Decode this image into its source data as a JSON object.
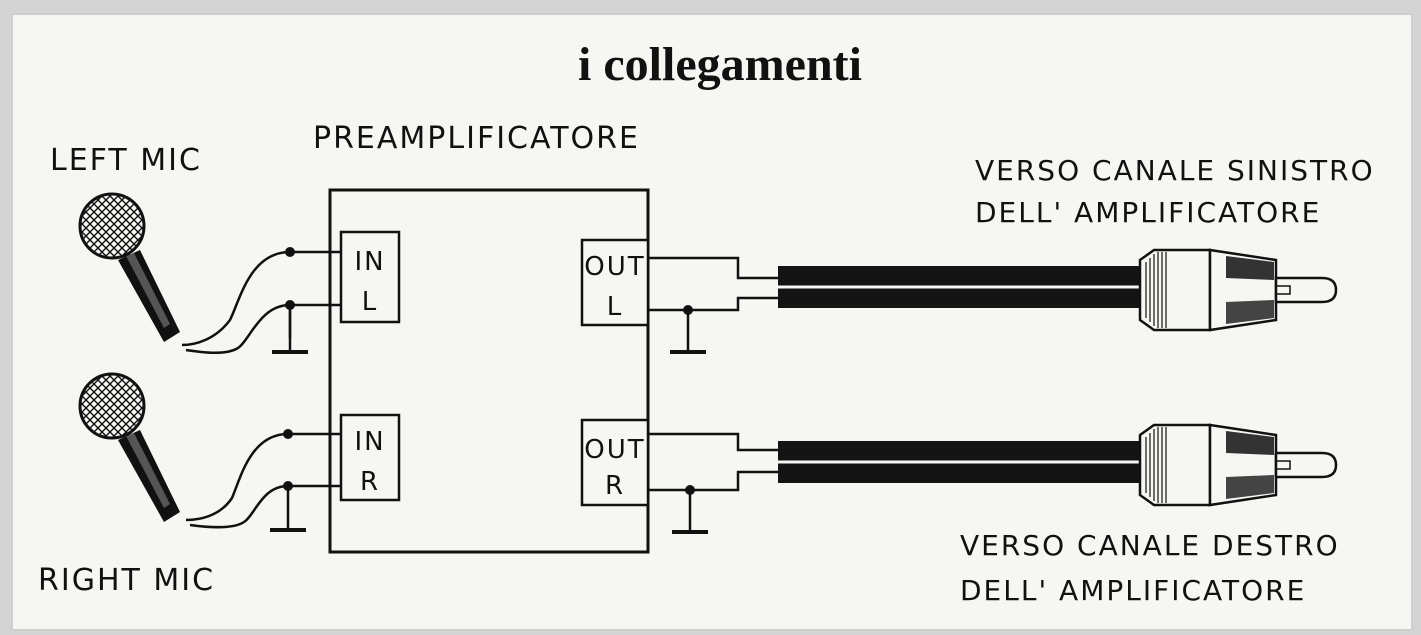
{
  "title": "i collegamenti",
  "preamp_label": "PREAMPLIFICATORE",
  "left_mic_label": "LEFT MIC",
  "right_mic_label": "RIGHT MIC",
  "left_out_label_line1": "VERSO CANALE SINISTRO",
  "left_out_label_line2": "DELL' AMPLIFICATORE",
  "right_out_label_line1": "VERSO CANALE DESTRO",
  "right_out_label_line2": "DELL' AMPLIFICATORE",
  "jacks": {
    "in_l": [
      "IN",
      "L"
    ],
    "in_r": [
      "IN",
      "R"
    ],
    "out_l": [
      "OUT",
      "L"
    ],
    "out_r": [
      "OUT",
      "R"
    ]
  },
  "colors": {
    "background": "#f6f6f2",
    "ink": "#111111",
    "cable": "#141414",
    "border": "#cfcfcf"
  },
  "icons": {
    "microphone": "microphone-icon",
    "rca_plug": "rca-plug-icon",
    "ground": "ground-symbol-icon"
  }
}
